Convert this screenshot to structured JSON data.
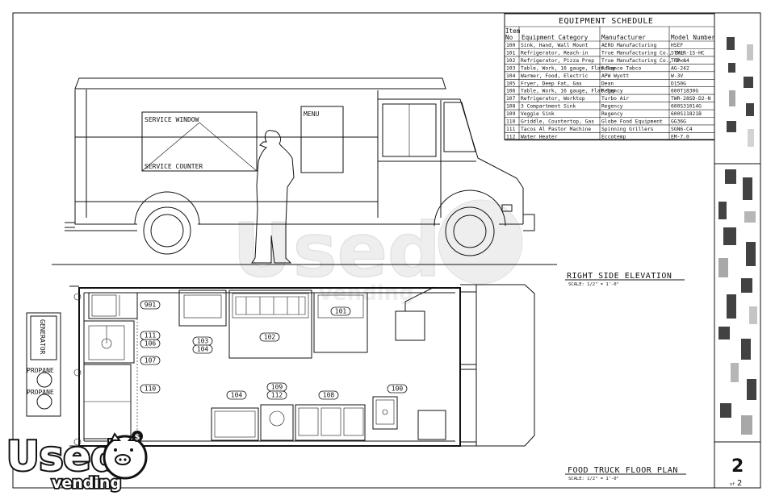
{
  "schedule": {
    "title": "EQUIPMENT SCHEDULE",
    "headers": {
      "item_line1": "Item",
      "item_line2": "No",
      "category": "Equipment Category",
      "manufacturer": "Manufacturer",
      "model": "Model Number"
    },
    "rows": [
      {
        "item": "100",
        "category": "Sink, Hand, Wall Mount",
        "manufacturer": "AERO Manufacturing",
        "model": "HSEF"
      },
      {
        "item": "101",
        "category": "Refrigerator, Reach-in",
        "manufacturer": "True Manufacturing Co., Inc.",
        "model": "STM1R-1S-HC"
      },
      {
        "item": "102",
        "category": "Refrigerator, Pizza Prep",
        "manufacturer": "True Manufacturing Co., Inc.",
        "model": "TPP-44"
      },
      {
        "item": "103",
        "category": "Table, Work, 16 gauge, Flat Top",
        "manufacturer": "Advance Tabco",
        "model": "AG-242"
      },
      {
        "item": "104",
        "category": "Warmer, Food, Electric",
        "manufacturer": "APW Wyott",
        "model": "W-3V"
      },
      {
        "item": "105",
        "category": "Fryer, Deep Fat, Gas",
        "manufacturer": "Dean",
        "model": "D150G"
      },
      {
        "item": "106",
        "category": "Table, Work, 16 gauge, Flat Top",
        "manufacturer": "Regency",
        "model": "600T1830G"
      },
      {
        "item": "107",
        "category": "Refrigerator, Worktop",
        "manufacturer": "Turbo Air",
        "model": "TWR-28SD-D2-N"
      },
      {
        "item": "108",
        "category": "3 Compartment Sink",
        "manufacturer": "Regency",
        "model": "600S31014G"
      },
      {
        "item": "109",
        "category": "Veggie Sink",
        "manufacturer": "Regency",
        "model": "600S11821B"
      },
      {
        "item": "110",
        "category": "Griddle, Countertop, Gas",
        "manufacturer": "Globe Food Equipment",
        "model": "GG36G"
      },
      {
        "item": "111",
        "category": "Tacos Al Pastor Machine",
        "manufacturer": "Spinning Grillers",
        "model": "SGN6-C4"
      },
      {
        "item": "112",
        "category": "Water Heater",
        "manufacturer": "Eccotemp",
        "model": "EM-7.0"
      }
    ]
  },
  "elevation": {
    "service_window": "SERVICE WINDOW",
    "service_counter": "SERVICE COUNTER",
    "menu": "MENU",
    "title": "RIGHT SIDE ELEVATION",
    "scale": "SCALE: 1/2\" = 1'-0\""
  },
  "floor_plan": {
    "title": "FOOD TRUCK FLOOR PLAN",
    "scale": "SCALE: 1/2\" = 1'-0\"",
    "generator": "GENERATOR",
    "propane_1": "PROPANE",
    "propane_2": "PROPANE",
    "tags": {
      "t901": "901",
      "t101": "101",
      "t102": "102",
      "t103": "103",
      "t104a": "104",
      "t111": "111",
      "t106": "106",
      "t107": "107",
      "t110": "110",
      "t104b": "104",
      "t109": "109",
      "t112": "112",
      "t108": "108",
      "t100": "100"
    }
  },
  "title_block": {
    "sheet": "2",
    "of": "2",
    "of_prefix": "of"
  },
  "watermark": {
    "brand": "Used",
    "sub": "vending"
  },
  "logo": {
    "main": "Used",
    "sub": "vending"
  }
}
